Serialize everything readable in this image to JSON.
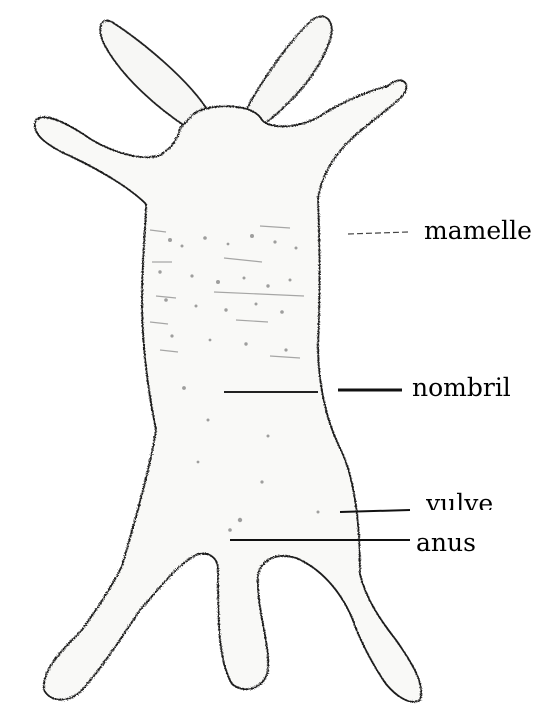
{
  "diagram": {
    "labels": {
      "mamelle": "mamelle",
      "nombril": "nombril",
      "vulve": "vulve",
      "anus": "anus"
    }
  }
}
